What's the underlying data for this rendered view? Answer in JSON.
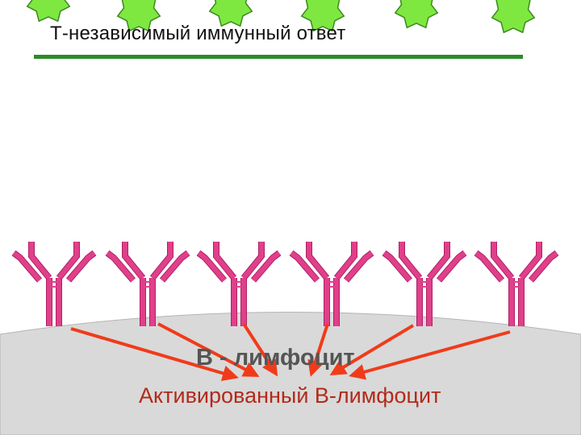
{
  "diagram": {
    "title": "Т-независимый иммунный ответ",
    "cell_label_overlapped": "В - лимфоцит",
    "caption": "Активированный В-лимфоцит",
    "antigen_count": 6,
    "antibody_count": 6,
    "arrow_count": 6
  },
  "colors": {
    "underline": "#2a8c2a",
    "antigen_fill": "#7ee841",
    "antigen_stroke": "#3c8a1e",
    "antibody": "#e0408a",
    "antibody_stroke": "#b01f65",
    "cell_fill": "#d9d9d9",
    "cell_stroke": "#b4b4b4",
    "arrow": "#f03b1a",
    "caption": "#b22a1a"
  },
  "icons": {
    "antigen": "star-antigen-icon",
    "antibody": "y-shaped-receptor-icon",
    "arrow": "red-arrow-icon"
  }
}
